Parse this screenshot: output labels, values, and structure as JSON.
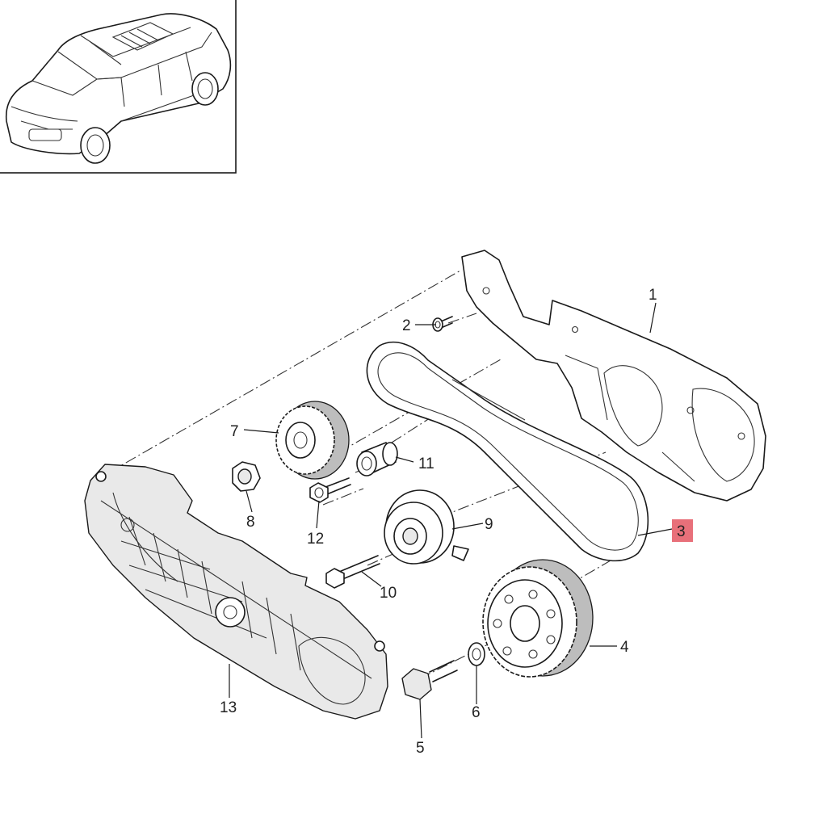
{
  "diagram": {
    "callouts": [
      {
        "id": "1",
        "label": "1"
      },
      {
        "id": "2",
        "label": "2"
      },
      {
        "id": "3",
        "label": "3",
        "highlighted": true
      },
      {
        "id": "4",
        "label": "4"
      },
      {
        "id": "5",
        "label": "5"
      },
      {
        "id": "6",
        "label": "6"
      },
      {
        "id": "7",
        "label": "7"
      },
      {
        "id": "8",
        "label": "8"
      },
      {
        "id": "9",
        "label": "9"
      },
      {
        "id": "10",
        "label": "10"
      },
      {
        "id": "11",
        "label": "11"
      },
      {
        "id": "12",
        "label": "12"
      },
      {
        "id": "13",
        "label": "13"
      }
    ],
    "highlight_color": "#e8707a",
    "line_color": "#1a1a1a"
  }
}
